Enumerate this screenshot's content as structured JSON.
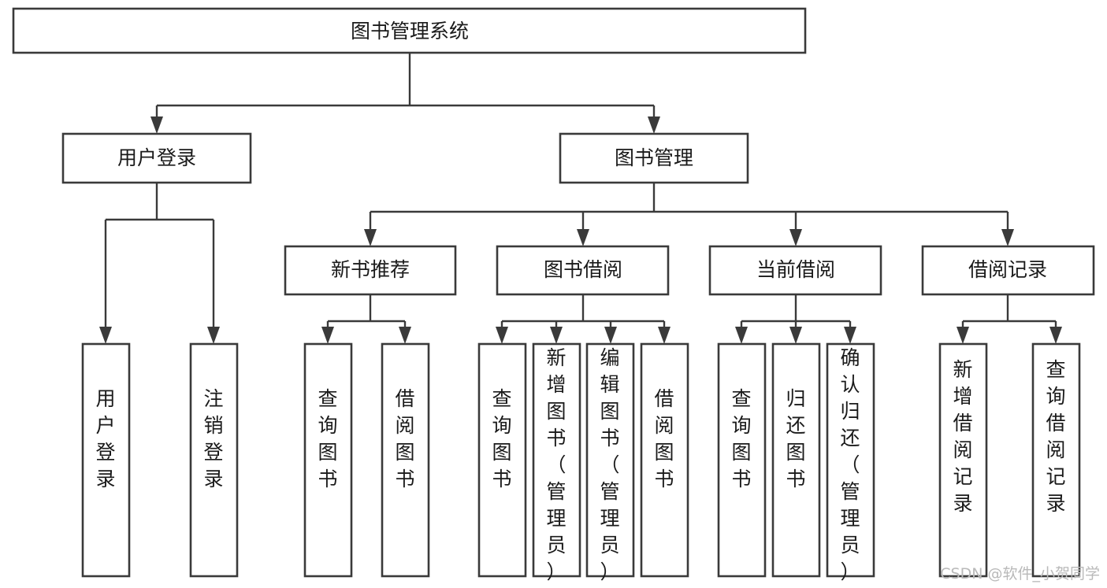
{
  "diagram": {
    "type": "tree-hierarchy",
    "title_node": "图书管理系统",
    "orientation": "top-down",
    "levels": 4,
    "nodes": {
      "root": {
        "label": "图书管理系统",
        "orient": "horizontal"
      },
      "l2_user_login": {
        "label": "用户登录",
        "orient": "horizontal"
      },
      "l2_book_manage": {
        "label": "图书管理",
        "orient": "horizontal"
      },
      "l3_new_book_rec": {
        "label": "新书推荐",
        "orient": "horizontal"
      },
      "l3_book_borrow": {
        "label": "图书借阅",
        "orient": "horizontal"
      },
      "l3_current_borrow": {
        "label": "当前借阅",
        "orient": "horizontal"
      },
      "l3_borrow_record": {
        "label": "借阅记录",
        "orient": "horizontal"
      },
      "l4_user_login": {
        "label": "用户登录",
        "orient": "vertical"
      },
      "l4_logout_login": {
        "label": "注销登录",
        "orient": "vertical"
      },
      "l4_query_book_a": {
        "label": "查询图书",
        "orient": "vertical"
      },
      "l4_borrow_book_a": {
        "label": "借阅图书",
        "orient": "vertical"
      },
      "l4_query_book_b": {
        "label": "查询图书",
        "orient": "vertical"
      },
      "l4_add_book": {
        "label": "新增图书（管理员）",
        "orient": "vertical"
      },
      "l4_edit_book": {
        "label": "编辑图书（管理员）",
        "orient": "vertical"
      },
      "l4_borrow_book_b": {
        "label": "借阅图书",
        "orient": "vertical"
      },
      "l4_query_book_c": {
        "label": "查询图书",
        "orient": "vertical"
      },
      "l4_return_book": {
        "label": "归还图书",
        "orient": "vertical"
      },
      "l4_confirm_return": {
        "label": "确认归还（管理员）",
        "orient": "vertical"
      },
      "l4_add_record": {
        "label": "新增借阅记录",
        "orient": "vertical"
      },
      "l4_query_record": {
        "label": "查询借阅记录",
        "orient": "vertical"
      }
    },
    "edges": [
      {
        "from": "root",
        "to": "l2_user_login"
      },
      {
        "from": "root",
        "to": "l2_book_manage"
      },
      {
        "from": "l2_user_login",
        "to": "l4_user_login"
      },
      {
        "from": "l2_user_login",
        "to": "l4_logout_login"
      },
      {
        "from": "l2_book_manage",
        "to": "l3_new_book_rec"
      },
      {
        "from": "l2_book_manage",
        "to": "l3_book_borrow"
      },
      {
        "from": "l2_book_manage",
        "to": "l3_current_borrow"
      },
      {
        "from": "l2_book_manage",
        "to": "l3_borrow_record"
      },
      {
        "from": "l3_new_book_rec",
        "to": "l4_query_book_a"
      },
      {
        "from": "l3_new_book_rec",
        "to": "l4_borrow_book_a"
      },
      {
        "from": "l3_book_borrow",
        "to": "l4_query_book_b"
      },
      {
        "from": "l3_book_borrow",
        "to": "l4_add_book"
      },
      {
        "from": "l3_book_borrow",
        "to": "l4_edit_book"
      },
      {
        "from": "l3_book_borrow",
        "to": "l4_borrow_book_b"
      },
      {
        "from": "l3_current_borrow",
        "to": "l4_query_book_c"
      },
      {
        "from": "l3_current_borrow",
        "to": "l4_return_book"
      },
      {
        "from": "l3_current_borrow",
        "to": "l4_confirm_return"
      },
      {
        "from": "l3_borrow_record",
        "to": "l4_add_record"
      },
      {
        "from": "l3_borrow_record",
        "to": "l4_query_record"
      }
    ],
    "colors": {
      "box_fill": "#ffffff",
      "box_stroke": "#3a3a3a",
      "line": "#3a3a3a",
      "text": "#1a1a1a",
      "background": "#ffffff",
      "watermark": "#b9b9b9"
    }
  },
  "watermark": {
    "text": "CSDN @软件_小贺同学"
  }
}
